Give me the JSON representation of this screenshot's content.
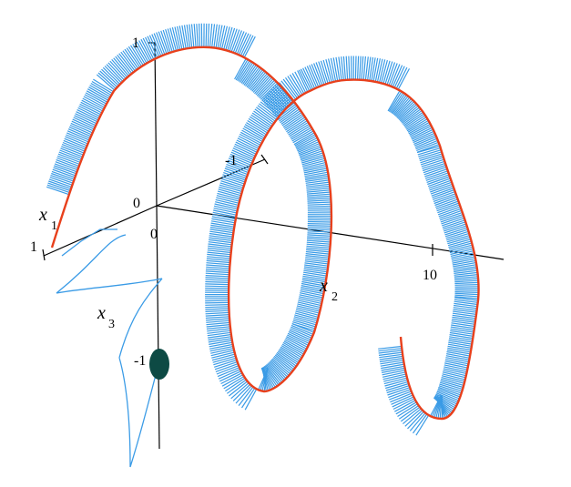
{
  "figure": {
    "axes": {
      "x1": {
        "name": "x",
        "sub": "1",
        "ticks": [
          {
            "label": "1"
          },
          {
            "label": "0"
          }
        ]
      },
      "x2": {
        "name": "x",
        "sub": "2",
        "ticks": [
          {
            "label": "-1"
          },
          {
            "label": "0"
          },
          {
            "label": "10"
          }
        ]
      },
      "x3": {
        "name": "x",
        "sub": "3",
        "ticks": [
          {
            "label": "1"
          },
          {
            "label": "-1"
          }
        ]
      }
    },
    "colors": {
      "curve": "#e8401c",
      "ribbon": "#3a9be6",
      "projection": "#3a9be6",
      "ellipse": "#0d4a44",
      "axis": "#000000"
    }
  }
}
